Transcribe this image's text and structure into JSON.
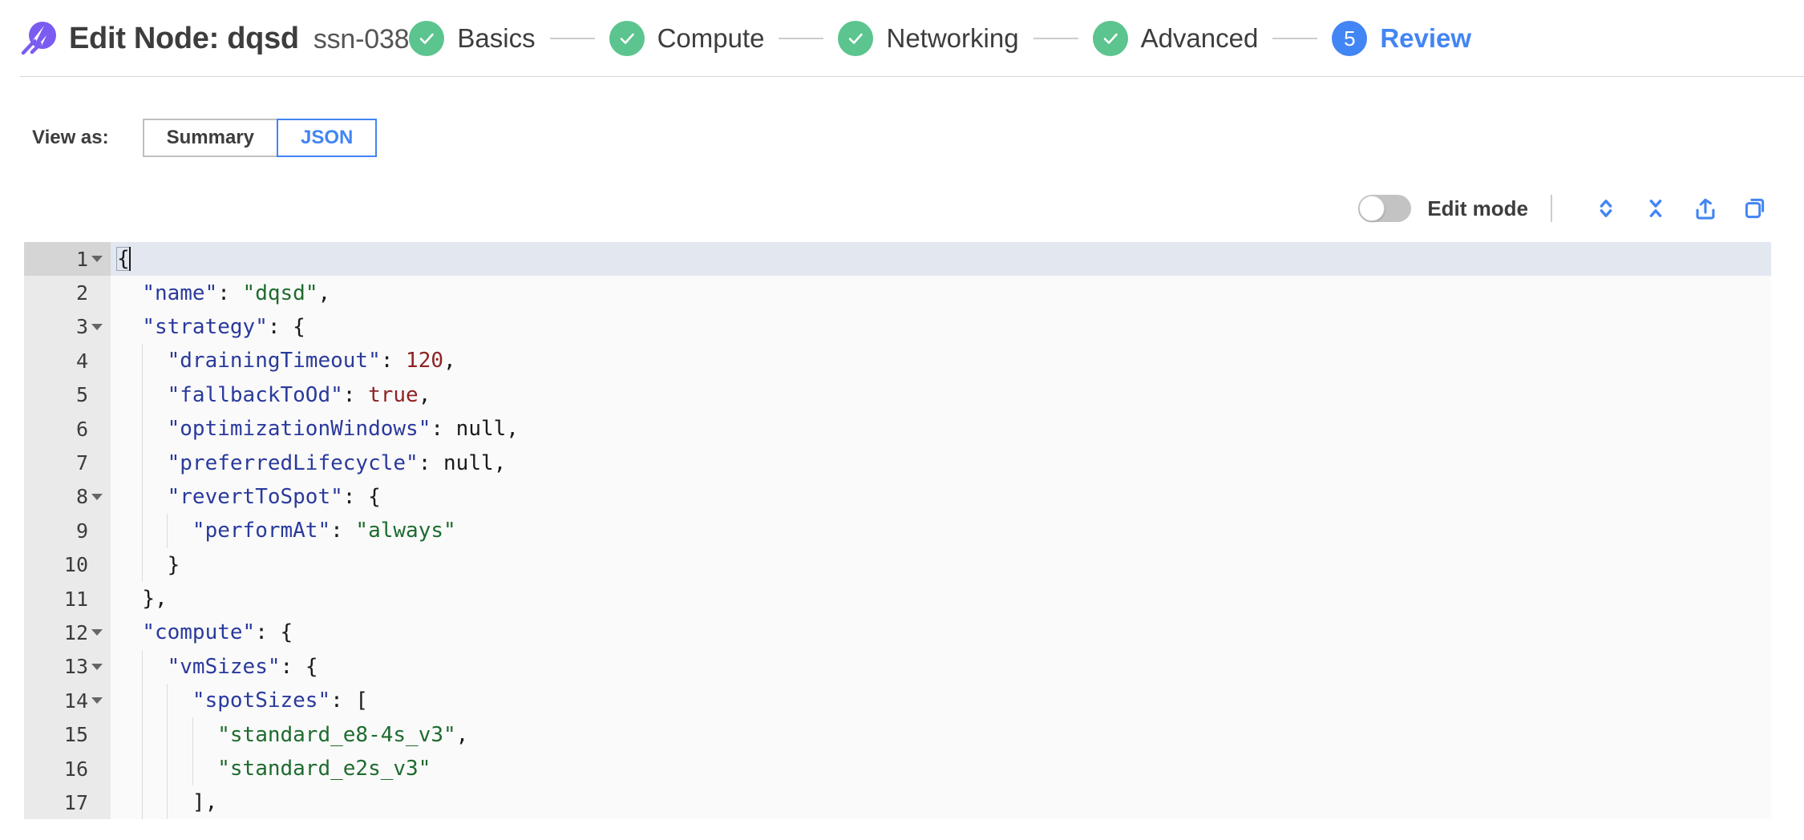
{
  "header": {
    "logo_icon": "spot-logo-icon",
    "title": "Edit Node: dqsd",
    "subtitle": "ssn-038",
    "steps": [
      {
        "label": "Basics",
        "state": "done",
        "badge": "check-icon"
      },
      {
        "label": "Compute",
        "state": "done",
        "badge": "check-icon"
      },
      {
        "label": "Networking",
        "state": "done",
        "badge": "check-icon"
      },
      {
        "label": "Advanced",
        "state": "done",
        "badge": "check-icon"
      },
      {
        "label": "Review",
        "state": "current",
        "badge": "5"
      }
    ]
  },
  "view_as": {
    "label": "View as:",
    "options": [
      {
        "label": "Summary",
        "selected": false
      },
      {
        "label": "JSON",
        "selected": true
      }
    ]
  },
  "editor_toolbar": {
    "edit_mode_label": "Edit mode",
    "edit_mode_on": false,
    "icons": [
      {
        "name": "expand-all-icon",
        "title": "Expand all"
      },
      {
        "name": "collapse-all-icon",
        "title": "Collapse all"
      },
      {
        "name": "export-icon",
        "title": "Export"
      },
      {
        "name": "copy-icon",
        "title": "Copy"
      }
    ]
  },
  "colors": {
    "accent_blue": "#4285f4",
    "step_done_green": "#5cc48e",
    "logo_purple": "#7c5cf0",
    "json_key": "#2a3a9c",
    "json_string": "#1e6b2e",
    "json_number": "#8f2323",
    "active_line_bg": "#e2e7f0",
    "gutter_bg": "#eaeaea"
  },
  "code": {
    "language": "json",
    "active_line": 1,
    "lines": [
      {
        "n": "1",
        "fold": true,
        "indent": 0,
        "text": "{"
      },
      {
        "n": "2",
        "fold": false,
        "indent": 1,
        "text": "\"name\": \"dqsd\","
      },
      {
        "n": "3",
        "fold": true,
        "indent": 1,
        "text": "\"strategy\": {"
      },
      {
        "n": "4",
        "fold": false,
        "indent": 2,
        "text": "\"drainingTimeout\": 120,"
      },
      {
        "n": "5",
        "fold": false,
        "indent": 2,
        "text": "\"fallbackToOd\": true,"
      },
      {
        "n": "6",
        "fold": false,
        "indent": 2,
        "text": "\"optimizationWindows\": null,"
      },
      {
        "n": "7",
        "fold": false,
        "indent": 2,
        "text": "\"preferredLifecycle\": null,"
      },
      {
        "n": "8",
        "fold": true,
        "indent": 2,
        "text": "\"revertToSpot\": {"
      },
      {
        "n": "9",
        "fold": false,
        "indent": 3,
        "text": "\"performAt\": \"always\""
      },
      {
        "n": "10",
        "fold": false,
        "indent": 2,
        "text": "}"
      },
      {
        "n": "11",
        "fold": false,
        "indent": 1,
        "text": "},"
      },
      {
        "n": "12",
        "fold": true,
        "indent": 1,
        "text": "\"compute\": {"
      },
      {
        "n": "13",
        "fold": true,
        "indent": 2,
        "text": "\"vmSizes\": {"
      },
      {
        "n": "14",
        "fold": true,
        "indent": 3,
        "text": "\"spotSizes\": ["
      },
      {
        "n": "15",
        "fold": false,
        "indent": 4,
        "text": "\"standard_e8-4s_v3\","
      },
      {
        "n": "16",
        "fold": false,
        "indent": 4,
        "text": "\"standard_e2s_v3\""
      },
      {
        "n": "17",
        "fold": false,
        "indent": 3,
        "text": "],"
      }
    ]
  }
}
